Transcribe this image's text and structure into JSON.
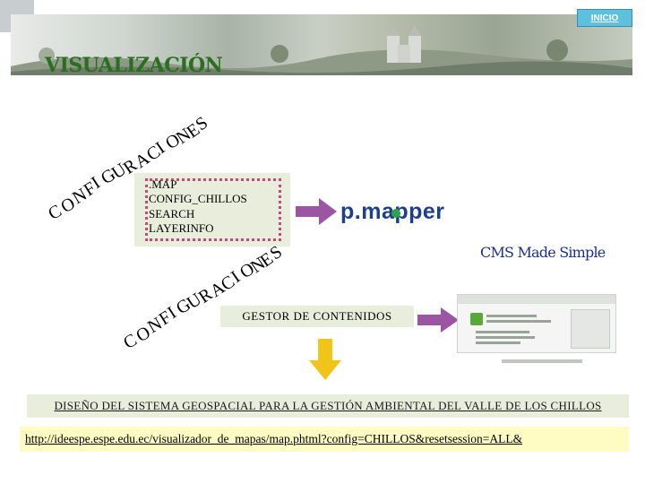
{
  "header": {
    "inicio_label": "INICIO",
    "title": "VISUALIZACIÓN"
  },
  "arc1": {
    "letters": [
      "C",
      "O",
      "N",
      "F",
      "I",
      "G",
      "U",
      "R",
      "A",
      "C",
      "I",
      "O",
      "N",
      "E",
      "S"
    ]
  },
  "arc2": {
    "letters": [
      "C",
      "O",
      "N",
      "F",
      "I",
      "G",
      "U",
      "R",
      "A",
      "C",
      "I",
      "O",
      "N",
      "E",
      "S"
    ]
  },
  "config_items": [
    ".MAP",
    "CONFIG_CHILLOS",
    "SEARCH",
    "LAYERINFO"
  ],
  "pmapper_logo": "p.mapper",
  "cms_title": "CMS Made Simple",
  "gestor_label": "GESTOR DE CONTENIDOS",
  "diseno_label": "DISEÑO DEL SISTEMA GEOSPACIAL PARA LA GESTIÓN AMBIENTAL DEL VALLE DE LOS CHILLOS",
  "url": "http://ideespe.espe.edu.ec/visualizador_de_mapas/map.phtml?config=CHILLOS&resetsession=ALL&",
  "colors": {
    "title_green": "#2a6f1f",
    "arrow_purple": "#9b55a3",
    "arrow_gold": "#f0c419",
    "dotted_pink": "#c8487c",
    "box_fill": "#e9eddc",
    "url_fill": "#fefcc2"
  }
}
